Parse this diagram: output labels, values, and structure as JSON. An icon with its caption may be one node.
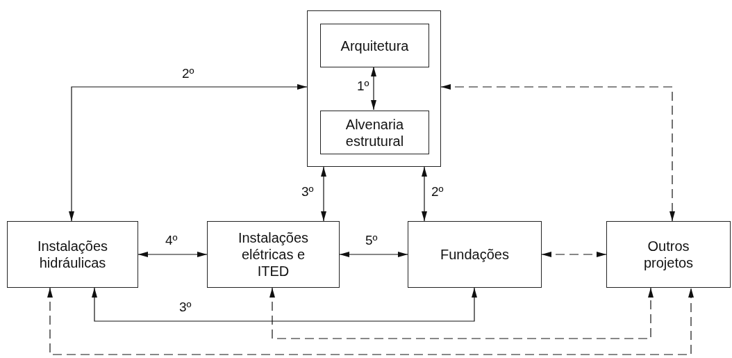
{
  "diagram": {
    "nodes": [
      {
        "text": [],
        "shape": "box"
      },
      {
        "text": [
          "Arquitetura"
        ],
        "in": 0
      },
      {
        "text": [
          "Alvenaria estrutural"
        ],
        "in": 0
      },
      {
        "text": [
          "Instalações hidráulicas"
        ]
      },
      {
        "text": [
          "Instalações elétricas e ITED"
        ]
      },
      {
        "text": [
          "Fundações"
        ]
      },
      {
        "text": [
          "Outros projetos"
        ]
      }
    ],
    "edges": [
      {
        "from": 1,
        "to": 2,
        "arrow": "both",
        "label": "1º"
      },
      {
        "from": 0,
        "to": 3,
        "arrow": "both",
        "label": "2º"
      },
      {
        "from": 0,
        "to": 6,
        "arrow": "both",
        "style": "dashed"
      },
      {
        "from": 0,
        "to": 4,
        "arrow": "both",
        "label": "3º"
      },
      {
        "from": 0,
        "to": 5,
        "arrow": "both",
        "label": "2º"
      },
      {
        "from": 3,
        "to": 4,
        "arrow": "both",
        "label": "4º"
      },
      {
        "from": 4,
        "to": 5,
        "arrow": "both",
        "label": "5º"
      },
      {
        "from": 5,
        "to": 6,
        "arrow": "both",
        "style": "dashed"
      },
      {
        "from": 3,
        "to": 5,
        "arrow": "both",
        "label": "3º"
      },
      {
        "from": 4,
        "to": 6,
        "arrow": "both",
        "style": "dashed"
      },
      {
        "from": 3,
        "to": 6,
        "arrow": "both",
        "style": "dashed"
      }
    ]
  }
}
